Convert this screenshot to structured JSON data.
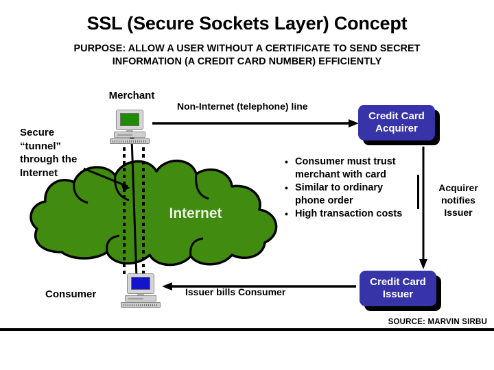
{
  "slide": {
    "title": "SSL (Secure Sockets Layer) Concept",
    "purpose": "PURPOSE: ALLOW A USER WITHOUT A CERTIFICATE TO SEND SECRET INFORMATION (A CREDIT CARD NUMBER) EFFICIENTLY",
    "source": "SOURCE: MARVIN SIRBU"
  },
  "labels": {
    "merchant": "Merchant",
    "consumer": "Consumer",
    "tunnel": "Secure\n“tunnel”\nthrough the\nInternet",
    "telephone_line": "Non-Internet (telephone) line",
    "issuer_bills": "Issuer bills Consumer",
    "acquirer_notifies": "Acquirer\nnotifies\nIssuer",
    "cloud": "Internet"
  },
  "boxes": {
    "acquirer": "Credit Card\nAcquirer",
    "issuer": "Credit Card\nIssuer"
  },
  "bullets": [
    "Consumer must trust merchant with card",
    "Similar to ordinary phone order",
    "High transaction costs"
  ],
  "colors": {
    "cloud_fill": "#418c10",
    "cloud_stroke": "#000000",
    "box_blue": "#3733a8",
    "box_shadow": "#000000",
    "merchant_screen": "#1f8b00",
    "consumer_screen": "#1414cc",
    "line": "#000000",
    "background": "#ffffff"
  }
}
